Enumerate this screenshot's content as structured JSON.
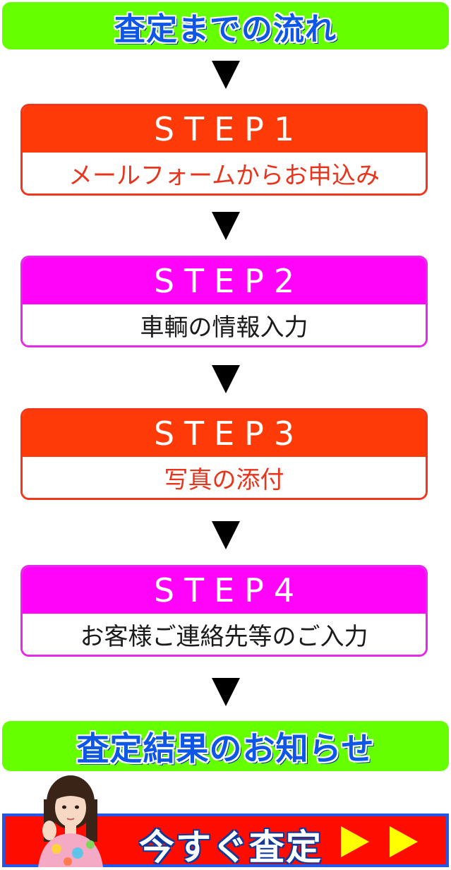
{
  "header": {
    "title": "査定までの流れ"
  },
  "steps": [
    {
      "label": "STEP1",
      "description": "メールフォームからお申込み",
      "color": "#fe3a08",
      "text_color": "#e8341c"
    },
    {
      "label": "STEP2",
      "description": "車輌の情報入力",
      "color": "#ff04f8",
      "text_color": "#1a1a1a"
    },
    {
      "label": "STEP3",
      "description": "写真の添付",
      "color": "#fe3a08",
      "text_color": "#e8341c"
    },
    {
      "label": "STEP4",
      "description": "お客様ご連絡先等のご入力",
      "color": "#ff04f8",
      "text_color": "#1a1a1a"
    }
  ],
  "result": {
    "title": "査定結果のお知らせ"
  },
  "cta": {
    "label": "今すぐ査定"
  },
  "colors": {
    "banner_green": "#66ff00",
    "banner_text": "#0d56e6",
    "cta_red": "#ff0c00",
    "cta_arrow": "#ffff00"
  }
}
